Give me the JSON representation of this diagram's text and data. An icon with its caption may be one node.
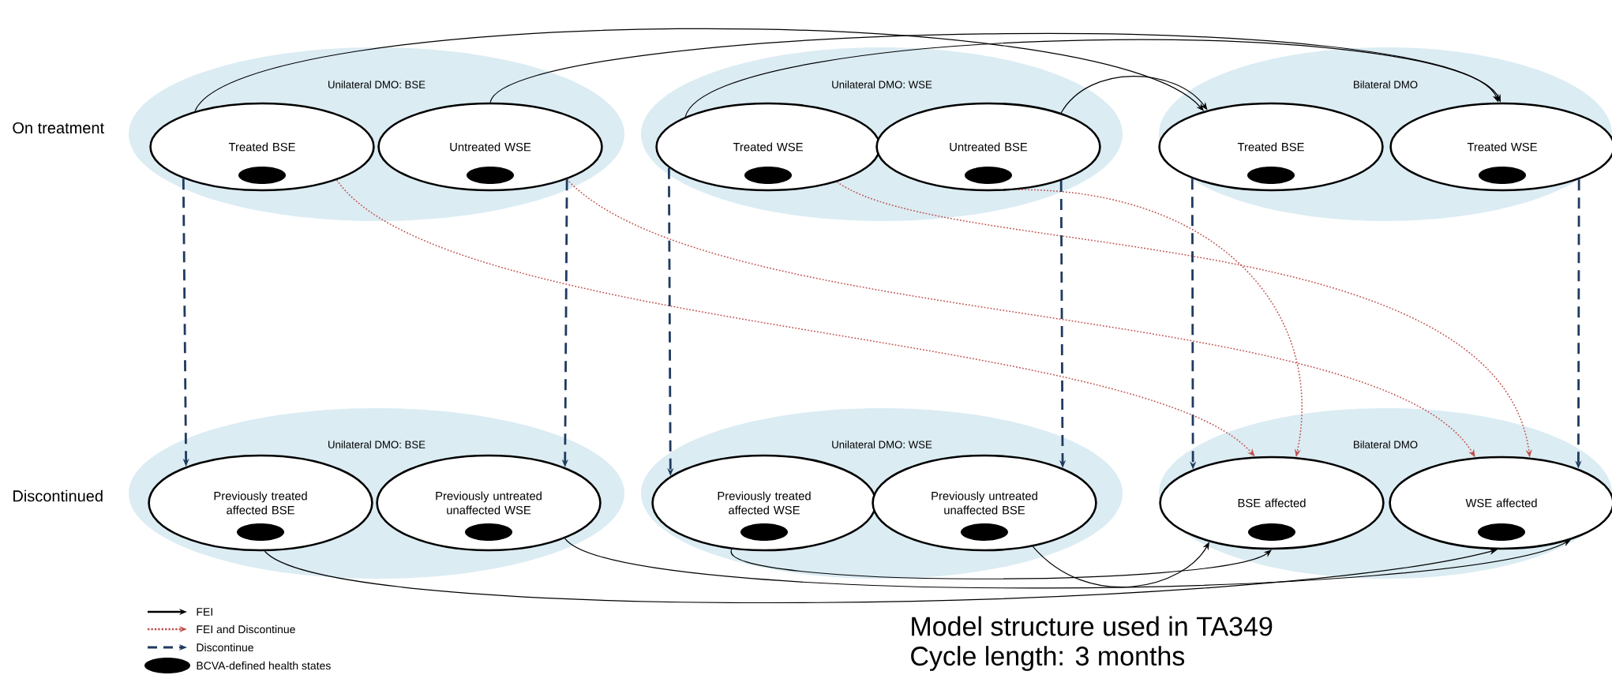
{
  "diagram": {
    "nodes": [
      {
        "text": [
          "Unilateral DMO: BSE"
        ]
      },
      {
        "text": [
          "Treated BSE"
        ],
        "in": 0
      },
      {
        "text": [
          "Untreated WSE"
        ],
        "in": 0
      },
      {
        "text": [
          "Unilateral DMO: WSE"
        ]
      },
      {
        "text": [
          "Treated WSE"
        ],
        "in": 3
      },
      {
        "text": [
          "Untreated BSE"
        ],
        "in": 3
      },
      {
        "text": [
          "Bilateral DMO"
        ]
      },
      {
        "text": [
          "Treated BSE"
        ],
        "in": 6
      },
      {
        "text": [
          "Treated WSE"
        ],
        "in": 6
      },
      {
        "text": [
          "Unilateral DMO: BSE"
        ]
      },
      {
        "text": [
          "Previously treated affected BSE"
        ],
        "in": 9
      },
      {
        "text": [
          "Previously untreated unaffected WSE"
        ],
        "in": 9
      },
      {
        "text": [
          "Unilateral DMO: WSE"
        ]
      },
      {
        "text": [
          "Previously treated affected WSE"
        ],
        "in": 12
      },
      {
        "text": [
          "Previously untreated unaffected BSE"
        ],
        "in": 12
      },
      {
        "text": [
          "Bilateral DMO"
        ]
      },
      {
        "text": [
          "BSE affected"
        ],
        "in": 15
      },
      {
        "text": [
          "WSE affected"
        ],
        "in": 15
      }
    ],
    "edges": [
      {
        "from": 1,
        "to": 7,
        "arrow": "to"
      },
      {
        "from": 2,
        "to": 8,
        "arrow": "to"
      },
      {
        "from": 4,
        "to": 8,
        "arrow": "to"
      },
      {
        "from": 5,
        "to": 7,
        "arrow": "to"
      },
      {
        "from": 1,
        "to": 16,
        "arrow": "to",
        "style": "dashed",
        "color": "#c0504d"
      },
      {
        "from": 2,
        "to": 17,
        "arrow": "to",
        "style": "dashed",
        "color": "#c0504d"
      },
      {
        "from": 4,
        "to": 17,
        "arrow": "to",
        "style": "dashed",
        "color": "#c0504d"
      },
      {
        "from": 5,
        "to": 16,
        "arrow": "to",
        "style": "dashed",
        "color": "#c0504d"
      },
      {
        "from": 1,
        "to": 10,
        "arrow": "to",
        "style": "dashed",
        "color": "#1f3a5f"
      },
      {
        "from": 2,
        "to": 11,
        "arrow": "to",
        "style": "dashed",
        "color": "#1f3a5f"
      },
      {
        "from": 4,
        "to": 13,
        "arrow": "to",
        "style": "dashed",
        "color": "#1f3a5f"
      },
      {
        "from": 5,
        "to": 14,
        "arrow": "to",
        "style": "dashed",
        "color": "#1f3a5f"
      },
      {
        "from": 7,
        "to": 16,
        "arrow": "to",
        "style": "dashed",
        "color": "#1f3a5f"
      },
      {
        "from": 8,
        "to": 17,
        "arrow": "to",
        "style": "dashed",
        "color": "#1f3a5f"
      },
      {
        "from": 10,
        "to": 17,
        "arrow": "to"
      },
      {
        "from": 11,
        "to": 17,
        "arrow": "to"
      },
      {
        "from": 13,
        "to": 16,
        "arrow": "to"
      },
      {
        "from": 14,
        "to": 16,
        "arrow": "to"
      }
    ],
    "labels": [
      "On treatment",
      "Discontinued",
      "Model structure used in TA349",
      "Cycle length: 3 months"
    ],
    "legend": [
      {
        "text": "FEI"
      },
      {
        "text": "FEI and Discontinue"
      },
      {
        "text": "Discontinue"
      },
      {
        "text": "BCVA-defined health states"
      }
    ]
  }
}
